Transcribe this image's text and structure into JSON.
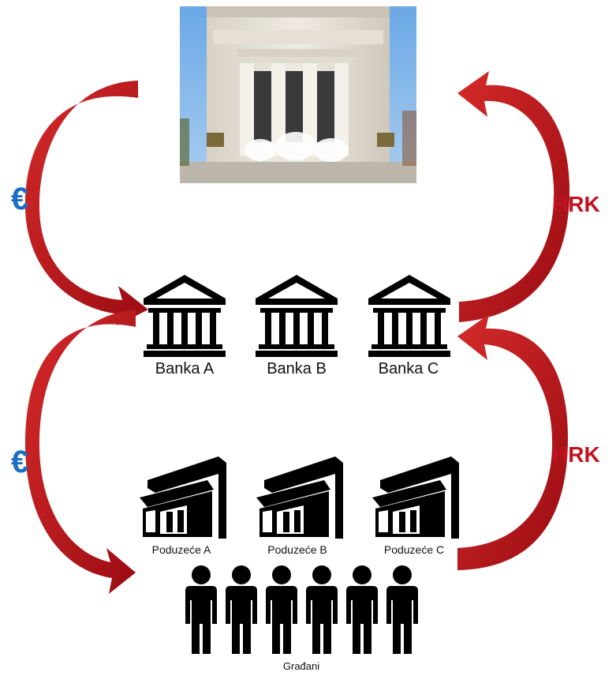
{
  "central_bank": {
    "photo": "central-bank-building-photo"
  },
  "flows": {
    "eur_top": "€",
    "eur_bottom": "€",
    "hrk_top": "HRK",
    "hrk_bottom": "HRK",
    "arrow_color": "#b5121b",
    "eur_color": "#1a6fc4",
    "hrk_color": "#c1121f"
  },
  "banks": [
    {
      "label": "Banka A",
      "icon": "bank-icon"
    },
    {
      "label": "Banka B",
      "icon": "bank-icon"
    },
    {
      "label": "Banka C",
      "icon": "bank-icon"
    }
  ],
  "companies": [
    {
      "label": "Poduzeće A",
      "icon": "storefront-icon"
    },
    {
      "label": "Poduzeće B",
      "icon": "storefront-icon"
    },
    {
      "label": "Poduzeće C",
      "icon": "storefront-icon"
    }
  ],
  "citizens": {
    "label": "Građani",
    "icon": "people-group-icon",
    "count": 6
  }
}
